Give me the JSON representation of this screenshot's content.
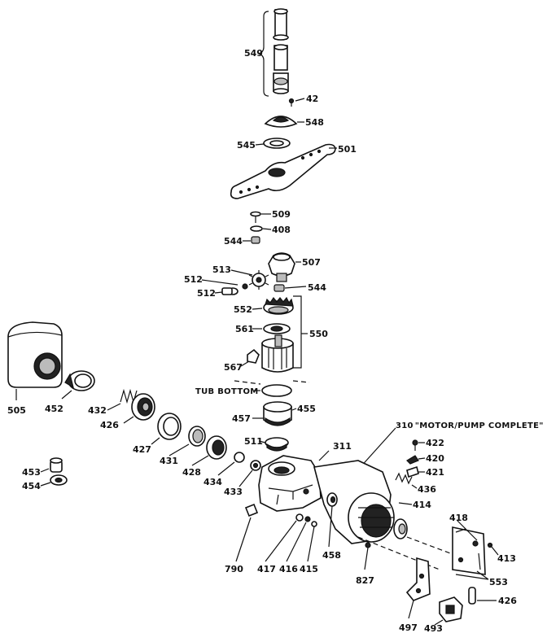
{
  "labels": {
    "p549": "549",
    "p42": "42",
    "p548": "548",
    "p545": "545",
    "p501": "501",
    "p509": "509",
    "p408": "408",
    "p544a": "544",
    "p507": "507",
    "p513": "513",
    "p512a": "512",
    "p512b": "512",
    "p544b": "544",
    "p552": "552",
    "p561": "561",
    "p550": "550",
    "p567": "567",
    "tub_bottom": "TUB BOTTOM",
    "p455": "455",
    "p505": "505",
    "p452": "452",
    "p432": "432",
    "p426a": "426",
    "p427": "427",
    "p431": "431",
    "p428": "428",
    "p434": "434",
    "p433": "433",
    "p457": "457",
    "p511": "511",
    "p311": "311",
    "p310": "310",
    "motor_pump": "\"MOTOR/PUMP COMPLETE\"",
    "p422": "422",
    "p420": "420",
    "p421": "421",
    "p436": "436",
    "p414": "414",
    "p453": "453",
    "p454": "454",
    "p790": "790",
    "p417": "417",
    "p416": "416",
    "p415": "415",
    "p458": "458",
    "p827": "827",
    "p418": "418",
    "p413": "413",
    "p553": "553",
    "p426b": "426",
    "p497": "497",
    "p493": "493"
  }
}
